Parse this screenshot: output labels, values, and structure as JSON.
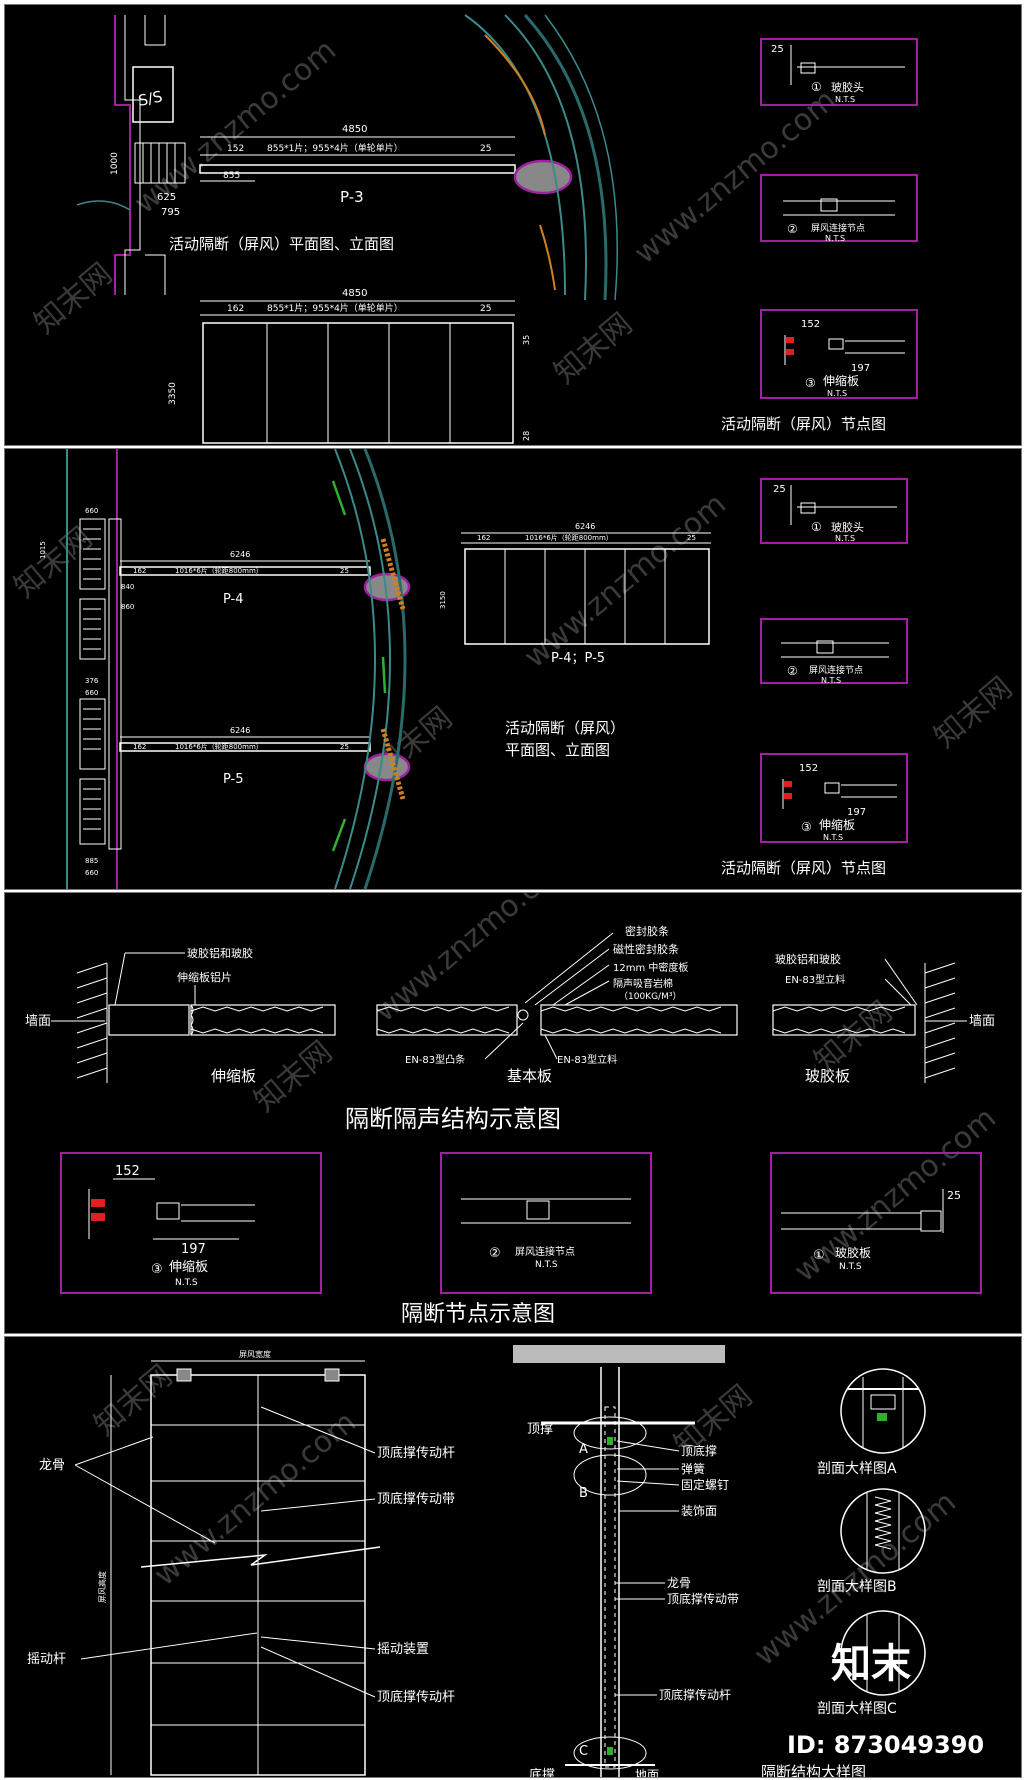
{
  "watermarks": {
    "site_cn": "知末网",
    "site_url": "www.znzmo.com",
    "brand": "知末",
    "id_label": "ID: 873049390"
  },
  "colors": {
    "background": "#000000",
    "line": "#ffffff",
    "frame": "#a020a0",
    "accent_red": "#e02020",
    "curve": "#3a8a8a",
    "orange": "#d08020",
    "green": "#30b030"
  },
  "panel1": {
    "ss_label": "S/S",
    "plan_title": "活动隔断（屏风）平面图、立面图",
    "node_title": "活动隔断（屏风）节点图",
    "plan_code": "P-3",
    "dim_total": "4850",
    "dim_spec": "855*1片；955*4片（单轮单片）",
    "dim_left": "152",
    "dim_right": "25",
    "dim_855": "855",
    "dim_625": "625",
    "dim_795": "795",
    "dim_1000": "1000",
    "elev_total": "4850",
    "elev_left": "162",
    "elev_spec": "855*1片；955*4片（单轮单片）",
    "elev_right": "25",
    "elev_height": "3350",
    "elev_top": "35",
    "elev_bottom": "28",
    "d1_dim": "25",
    "d1_label": "玻胶头",
    "d1_num": "①",
    "d2_label": "屏风连接节点",
    "d2_num": "②",
    "d3_dim_a": "152",
    "d3_dim_b": "197",
    "d3_label": "伸缩板",
    "d3_num": "③",
    "nts": "N.T.S"
  },
  "panel2": {
    "plan_code_a": "P-4",
    "plan_code_b": "P-5",
    "elev_code": "P-4；P-5",
    "dim_total": "6246",
    "dim_spec": "1016*6片（轮距800mm）",
    "dim_left": "162",
    "dim_right": "25",
    "elev_height": "3150",
    "plan_title_1": "活动隔断（屏风）",
    "plan_title_2": "平面图、立面图",
    "node_title": "活动隔断（屏风）节点图",
    "wall_dims": [
      "660",
      "840",
      "1015",
      "860",
      "376",
      "885",
      "660",
      "660"
    ],
    "d1_dim": "25",
    "d1_label": "玻胶头",
    "d1_num": "①",
    "d2_label": "屏风连接节点",
    "d2_num": "②",
    "d3_dim_a": "152",
    "d3_dim_b": "197",
    "d3_label": "伸缩板",
    "d3_num": "③",
    "nts": "N.T.S"
  },
  "panel3": {
    "wall_left": "墙面",
    "wall_right": "墙面",
    "lbl_glue_al": "玻胶铝和玻胶",
    "lbl_telescopic_al": "伸缩板铝片",
    "lbl_seal": "密封胶条",
    "lbl_magnetic_seal": "磁性密封胶条",
    "lbl_board": "12mm 中密度板",
    "lbl_rockwool_1": "隔声吸音岩棉",
    "lbl_rockwool_2": "（100KG/M³）",
    "lbl_en83_convex": "EN-83型凸条",
    "lbl_en83_post_mid": "EN-83型立料",
    "lbl_glue_al_right": "玻胶铝和玻胶",
    "lbl_en83_post_right": "EN-83型立料",
    "name_telescopic": "伸缩板",
    "name_basic": "基本板",
    "name_glue": "玻胶板",
    "title_structure": "隔断隔声结构示意图",
    "title_node": "隔断节点示意图",
    "d3_dim_a": "152",
    "d3_dim_b": "197",
    "d3_label": "伸缩板",
    "d3_num": "③",
    "d2_label": "屏风连接节点",
    "d2_num": "②",
    "d1_dim": "25",
    "d1_label": "玻胶板",
    "d1_num": "①",
    "nts": "N.T.S"
  },
  "panel4": {
    "elev_top_label": "屏风宽度",
    "elev_height_label": "屏风高度",
    "lbl_keel": "龙骨",
    "lbl_rod_top": "顶底撑传动杆",
    "lbl_belt": "顶底撑传动带",
    "lbl_crank": "摇动杆",
    "lbl_crank_device": "摇动装置",
    "lbl_rod_bottom": "顶底撑传动杆",
    "sec_top": "顶撑",
    "sec_bottom": "底撑",
    "sec_a": "A",
    "sec_b": "B",
    "sec_c": "C",
    "sec_brace": "顶底撑",
    "sec_spring": "弹簧",
    "sec_screw": "固定螺钉",
    "sec_face": "装饰面",
    "sec_keel": "龙骨",
    "sec_belt": "顶底撑传动带",
    "sec_rod": "顶底撑传动杆",
    "sec_floor": "地面",
    "sec_title": "隔断结构大样图",
    "detail_a": "剖面大样图A",
    "detail_b": "剖面大样图B",
    "detail_c": "剖面大样图C"
  }
}
